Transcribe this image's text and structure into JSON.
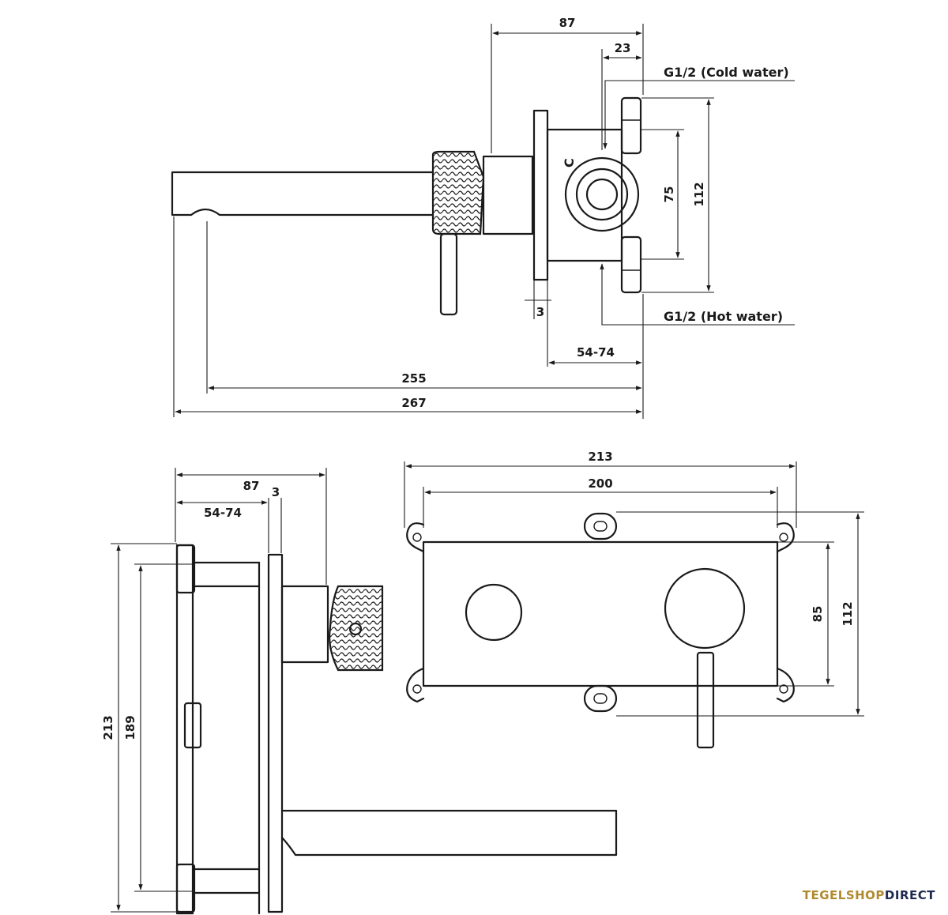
{
  "brand": {
    "part1": "TEGELSHOP",
    "part2": "DIRECT"
  },
  "top_view": {
    "dim_87": "87",
    "dim_23": "23",
    "dim_75": "75",
    "dim_112": "112",
    "dim_3": "3",
    "dim_54_74": "54-74",
    "dim_255": "255",
    "dim_267": "267",
    "mark_c": "C",
    "cold_label": "G1/2 (Cold water)",
    "hot_label": "G1/2 (Hot water)"
  },
  "side_view": {
    "dim_87": "87",
    "dim_3": "3",
    "dim_54_74": "54-74",
    "dim_213": "213",
    "dim_189": "189"
  },
  "front_view": {
    "dim_213": "213",
    "dim_200": "200",
    "dim_85": "85",
    "dim_112": "112"
  }
}
